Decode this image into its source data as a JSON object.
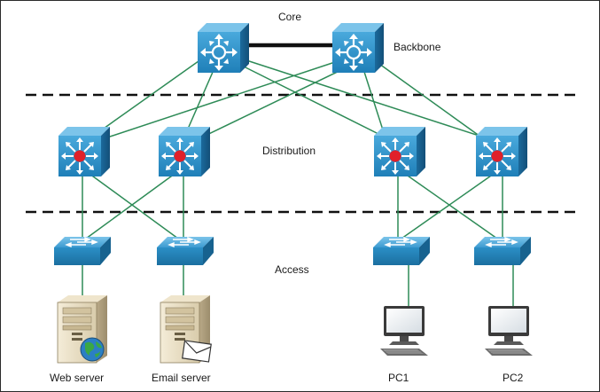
{
  "labels": {
    "core": "Core",
    "backbone": "Backbone",
    "distribution": "Distribution",
    "access": "Access"
  },
  "endpoints": {
    "web_server": "Web server",
    "email_server": "Email server",
    "pc1": "PC1",
    "pc2": "PC2"
  },
  "colors": {
    "device_blue": "#2b8fc6",
    "device_blue_dark": "#1b6fa0",
    "link_green": "#2e8b57",
    "backbone_black": "#111111",
    "router_center_red": "#e0202a"
  },
  "icons": {
    "core_router": "core-router-icon",
    "distribution_router": "distribution-router-icon",
    "access_switch": "access-switch-icon",
    "server": "server-icon",
    "pc": "pc-icon",
    "globe": "globe-icon",
    "mail": "envelope-icon"
  }
}
